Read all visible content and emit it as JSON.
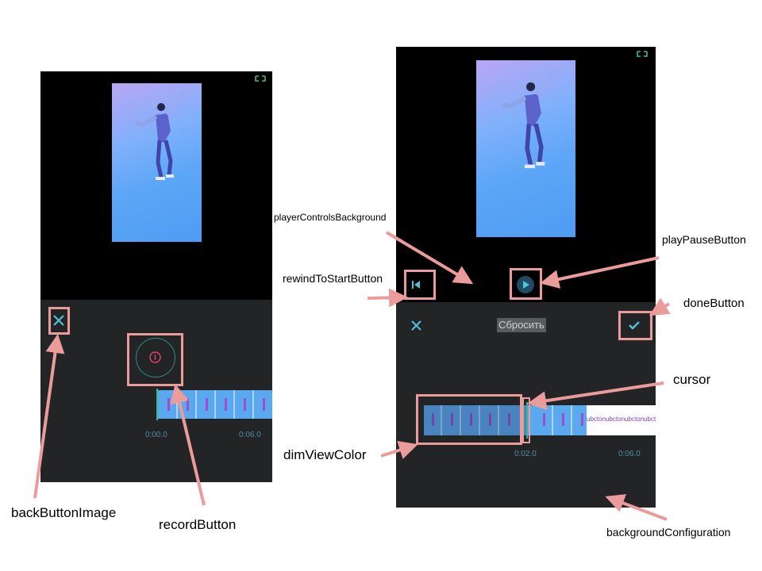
{
  "left_screen": {
    "times": [
      "0:00.0",
      "0:06.0"
    ],
    "icons": {
      "fullscreen": "fullscreen-icon",
      "back": "close-x-icon",
      "record": "record-circle-icon"
    }
  },
  "right_screen": {
    "reset_label": "Сбросить",
    "times": [
      "0:02.0",
      "0:06.0"
    ],
    "strip_text": "ubctonubctonubctonubctonub",
    "icons": {
      "fullscreen": "fullscreen-icon",
      "cancel": "close-x-icon",
      "done": "checkmark-icon",
      "play": "play-icon",
      "rewind": "rewind-to-start-icon"
    }
  },
  "annotations": {
    "backButtonImage": "backButtonImage",
    "recordButton": "recordButton",
    "playerControlsBackground": "playerControlsBackground",
    "rewindToStartButton": "rewindToStartButton",
    "playPauseButton": "playPauseButton",
    "doneButton": "doneButton",
    "cursor": "cursor",
    "dimViewColor": "dimViewColor",
    "backgroundConfiguration": "backgroundConfiguration"
  },
  "colors": {
    "accent": "#3fb983",
    "annotation": "#ec9b9b",
    "panel": "#232426",
    "time": "#4d8fa4"
  }
}
